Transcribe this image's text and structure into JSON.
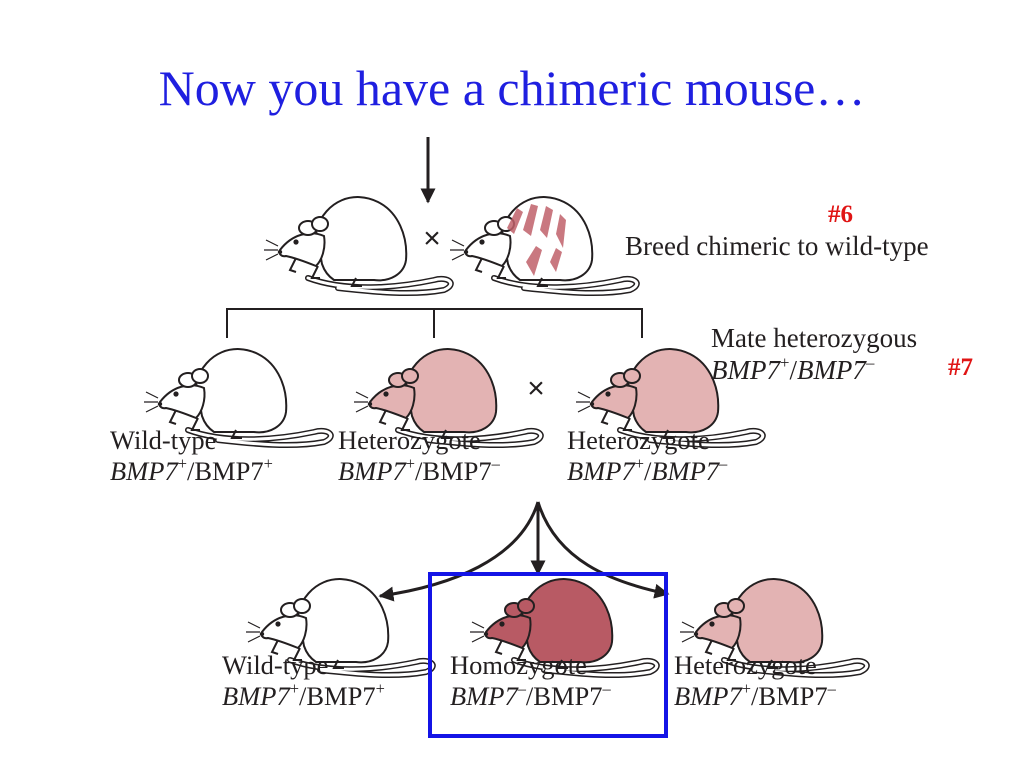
{
  "title": "Now you have a chimeric mouse…",
  "steps": {
    "six": "#6",
    "seven": "#7"
  },
  "cross_symbol": "×",
  "notes": {
    "breed": "Breed chimeric to wild-type",
    "mate_line1": "Mate heterozygous",
    "mate_genotype": {
      "a": "BMP7",
      "a_sup": "+",
      "sep": "/",
      "b": "BMP7",
      "b_sup": "–"
    }
  },
  "generation1": [
    {
      "type": "Wild-type",
      "allele1": "BMP7",
      "sup1": "+",
      "sep": "/",
      "allele2": "BMP7",
      "sup2": "+"
    },
    {
      "type": "Heterozygote",
      "allele1": "BMP7",
      "sup1": "+",
      "sep": "/",
      "allele2": "BMP7",
      "sup2": "–"
    },
    {
      "type": "Heterozygote",
      "allele1": "BMP7",
      "sup1": "+",
      "sep": "/",
      "allele2": "BMP7",
      "sup2": "–"
    }
  ],
  "generation2": [
    {
      "type": "Wild-type",
      "allele1": "BMP7",
      "sup1": "+",
      "sep": "/",
      "allele2": "BMP7",
      "sup2": "+"
    },
    {
      "type": "Homozygote",
      "allele1": "BMP7",
      "sup1": "–",
      "sep": "/",
      "allele2": "BMP7",
      "sup2": "–"
    },
    {
      "type": "Heterozygote",
      "allele1": "BMP7",
      "sup1": "+",
      "sep": "/",
      "allele2": "BMP7",
      "sup2": "–"
    }
  ],
  "colors": {
    "title": "#1f1fe0",
    "step_number": "#e01414",
    "highlight_box": "#1414e6",
    "wildtype_mouse": "#ffffff",
    "heterozygote_mouse": "#e3b3b3",
    "homozygote_mouse": "#b85a64",
    "chimera_stripes": "#c0606a"
  }
}
